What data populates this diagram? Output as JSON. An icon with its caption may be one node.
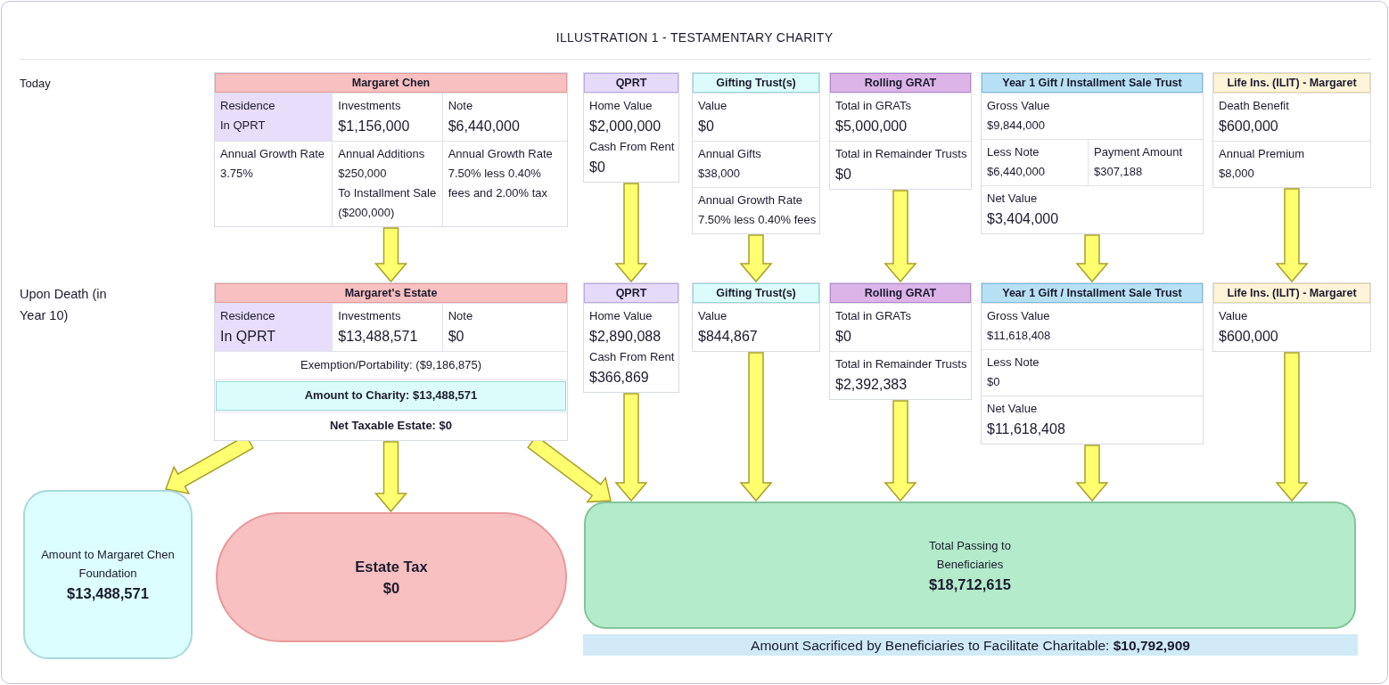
{
  "diagram": {
    "title": "ILLUSTRATION 1 - TESTAMENTARY CHARITY",
    "nodes": [
      {
        "text": [
          "Margaret Chen",
          "Residence",
          "In QPRT",
          "Investments",
          "$1,156,000",
          "Note",
          "$6,440,000",
          "Annual Growth Rate",
          "3.75%",
          "Annual Additions",
          "$250,000",
          "To Installment Sale",
          "($200,000)",
          "Annual Growth Rate",
          "7.50% less 0.40% fees and 2.00% tax"
        ]
      },
      {
        "text": [
          "QPRT",
          "Home Value",
          "$2,000,000",
          "Cash From Rent",
          "$0"
        ]
      },
      {
        "text": [
          "Gifting Trust(s)",
          "Value",
          "$0",
          "Annual Gifts",
          "$38,000",
          "Annual Growth Rate",
          "7.50% less 0.40% fees"
        ]
      },
      {
        "text": [
          "Rolling GRAT",
          "Total in GRATs",
          "$5,000,000",
          "Total in Remainder Trusts",
          "$0"
        ]
      },
      {
        "text": [
          "Year 1 Gift / Installment Sale Trust",
          "Gross Value",
          "$9,844,000",
          "Less Note",
          "$6,440,000",
          "Payment Amount",
          "$307,188",
          "Net Value",
          "$3,404,000"
        ]
      },
      {
        "text": [
          "Life Ins. (ILIT) - Margaret",
          "Death Benefit",
          "$600,000",
          "Annual Premium",
          "$8,000"
        ]
      },
      {
        "text": [
          "Margaret's Estate",
          "Residence",
          "In QPRT",
          "Investments",
          "$13,488,571",
          "Note",
          "$0",
          "Exemption/Portability: ($9,186,875)",
          "Amount to Charity: $13,488,571",
          "Net Taxable Estate: $0"
        ]
      },
      {
        "text": [
          "QPRT",
          "Home Value",
          "$2,890,088",
          "Cash From Rent",
          "$366,869"
        ]
      },
      {
        "text": [
          "Gifting Trust(s)",
          "Value",
          "$844,867"
        ]
      },
      {
        "text": [
          "Rolling GRAT",
          "Total in GRATs",
          "$0",
          "Total in Remainder Trusts",
          "$2,392,383"
        ]
      },
      {
        "text": [
          "Year 1 Gift / Installment Sale Trust",
          "Gross Value",
          "$11,618,408",
          "Less Note",
          "$0",
          "Net Value",
          "$11,618,408"
        ]
      },
      {
        "text": [
          "Life Ins. (ILIT) - Margaret",
          "Value",
          "$600,000"
        ]
      },
      {
        "text": [
          "Amount to Margaret Chen Foundation",
          "$13,488,571"
        ]
      },
      {
        "text": [
          "Estate Tax",
          "$0"
        ]
      },
      {
        "text": [
          "Total Passing to Beneficiaries",
          "$18,712,615"
        ]
      },
      {
        "text": [
          "Amount Sacrificed by Beneficiaries to Facilitate Charitable: **$10,792,909**"
        ]
      }
    ],
    "edges": [
      {
        "from": 0,
        "to": 6,
        "arrow": "to"
      },
      {
        "from": 1,
        "to": 7,
        "arrow": "to"
      },
      {
        "from": 2,
        "to": 8,
        "arrow": "to"
      },
      {
        "from": 3,
        "to": 9,
        "arrow": "to"
      },
      {
        "from": 4,
        "to": 10,
        "arrow": "to"
      },
      {
        "from": 5,
        "to": 11,
        "arrow": "to"
      },
      {
        "from": 6,
        "to": 12,
        "arrow": "to"
      },
      {
        "from": 6,
        "to": 13,
        "arrow": "to"
      },
      {
        "from": 6,
        "to": 14,
        "arrow": "to"
      },
      {
        "from": 7,
        "to": 14,
        "arrow": "to"
      },
      {
        "from": 8,
        "to": 14,
        "arrow": "to"
      },
      {
        "from": 9,
        "to": 14,
        "arrow": "to"
      },
      {
        "from": 10,
        "to": 14,
        "arrow": "to"
      },
      {
        "from": 11,
        "to": 14,
        "arrow": "to"
      }
    ],
    "labels": [
      "Today",
      "Upon Death (in Year 10)"
    ]
  }
}
